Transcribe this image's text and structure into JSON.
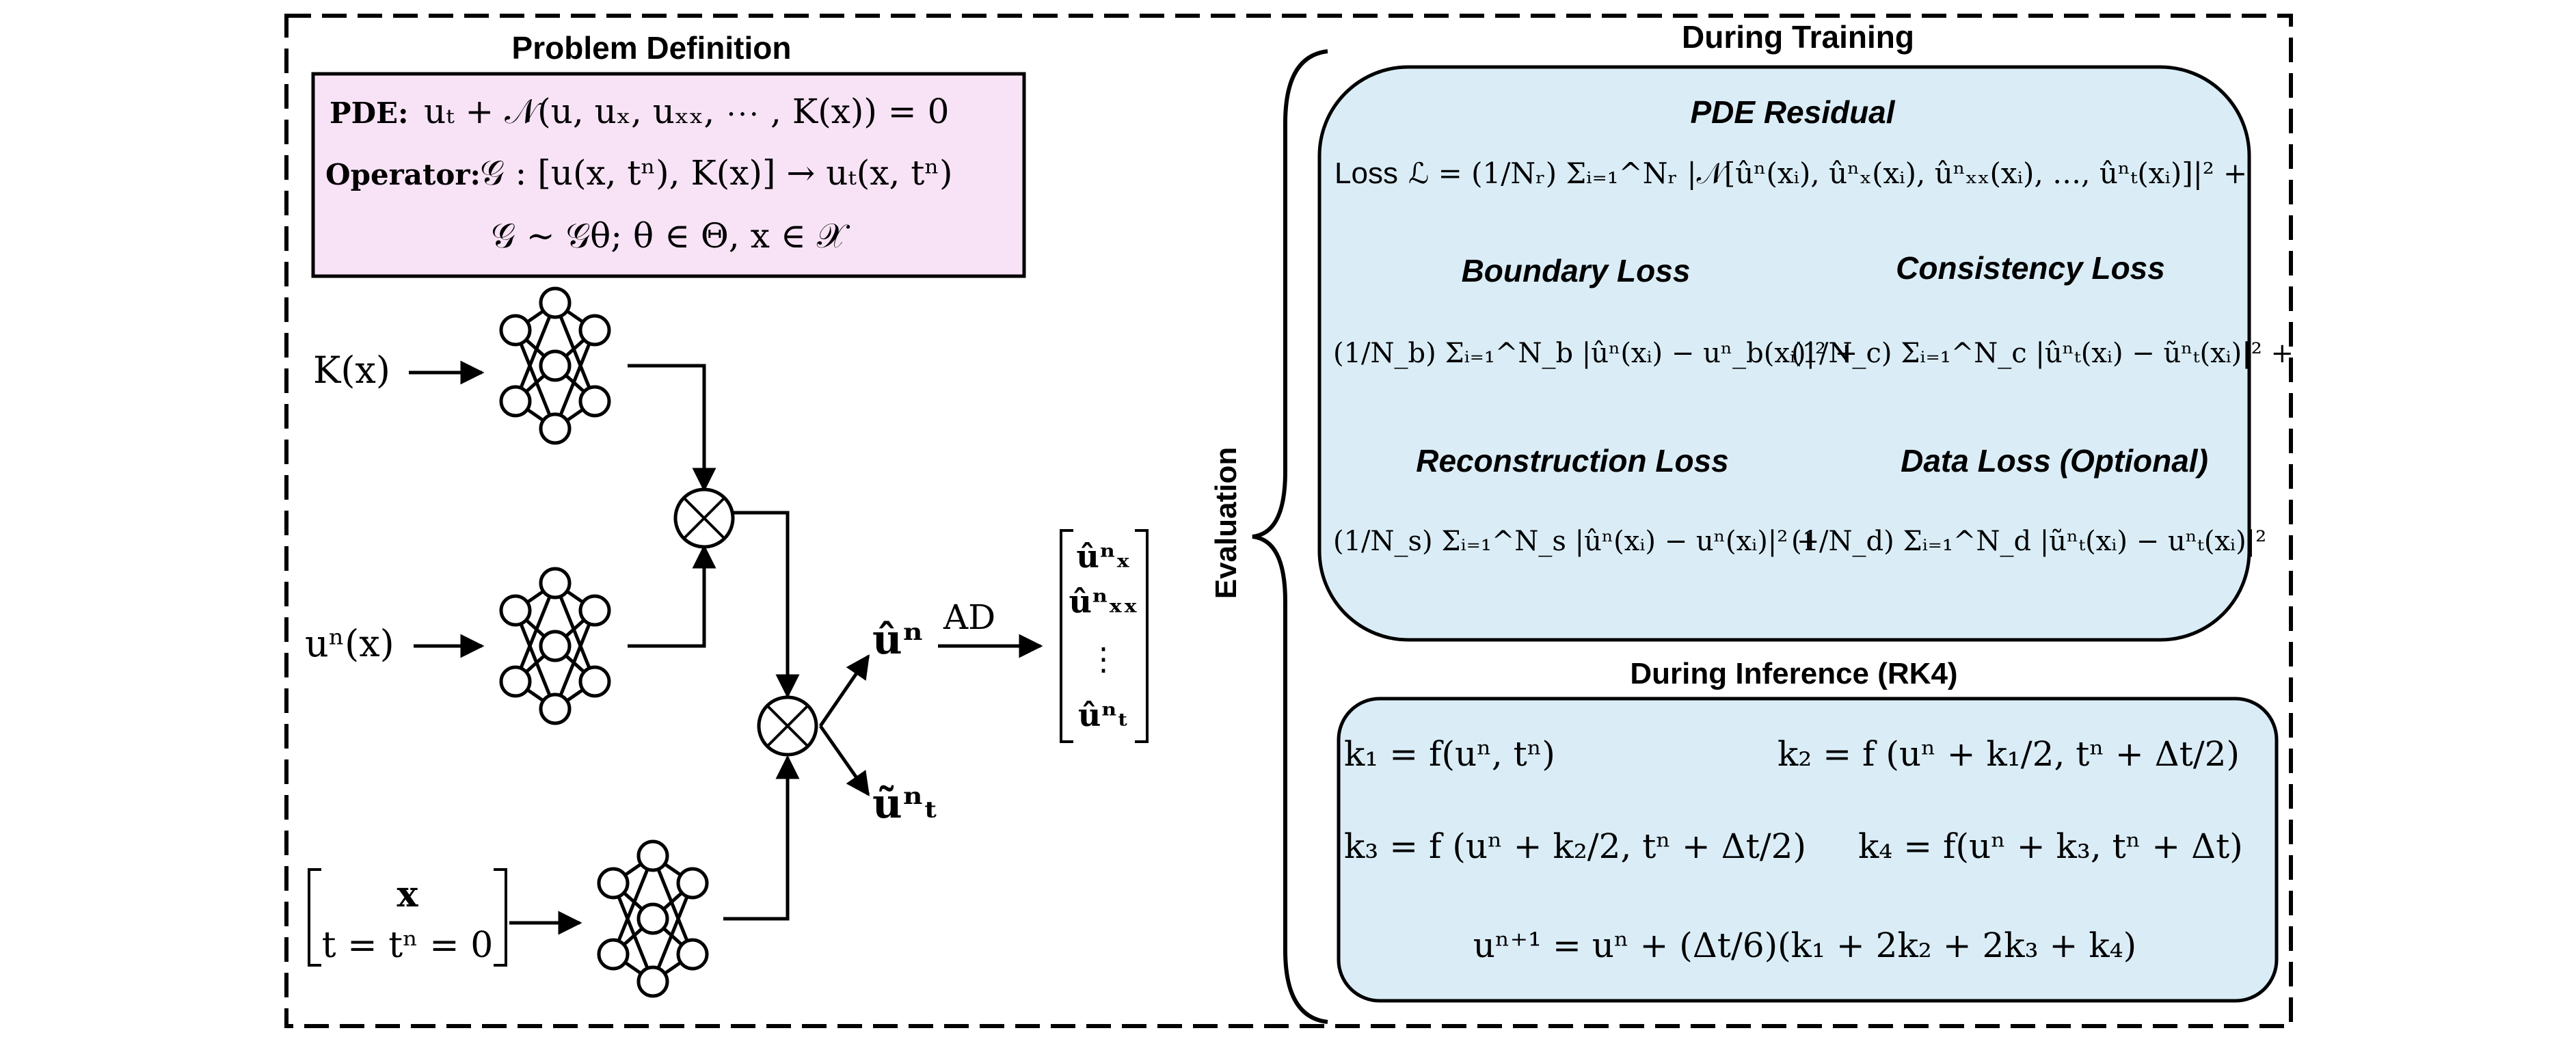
{
  "problem": {
    "title": "Problem Definition",
    "pde_label": "PDE:",
    "pde_eq": "uₜ + 𝒩(u, uₓ, uₓₓ, ⋯ , K(x)) = 0",
    "operator_label": "Operator:",
    "operator_eq": "𝒢 : [u(x, tⁿ), K(x)] → uₜ(x, tⁿ)",
    "operator_space": "𝒢 ∼ 𝒢θ; θ ∈ Θ, x ∈ 𝒳"
  },
  "network": {
    "input_k": "K(x)",
    "input_u": "uⁿ(x)",
    "input_x": "x",
    "input_t": "t = tⁿ = 0",
    "output_u": "ûⁿ",
    "output_ut": "ũⁿₜ",
    "ad_label": "AD",
    "derivs": [
      "ûⁿₓ",
      "ûⁿₓₓ",
      "⋮",
      "ûⁿₜ"
    ]
  },
  "evaluation_label": "Evaluation",
  "training": {
    "title": "During Training",
    "pde_residual": "PDE Residual",
    "loss_word": "Loss",
    "loss_eq": "ℒ = (1/Nᵣ) Σᵢ₌₁^Nᵣ |𝒩[ûⁿ(xᵢ), ûⁿₓ(xᵢ), ûⁿₓₓ(xᵢ), …, ûⁿₜ(xᵢ)]|² +",
    "boundary_loss": "Boundary Loss",
    "boundary_eq": "(1/N_b) Σᵢ₌₁^N_b |ûⁿ(xᵢ) − uⁿ_b(xᵢ)|² +",
    "consistency_loss": "Consistency Loss",
    "consistency_eq": "(1/N_c) Σᵢ₌₁^N_c |ûⁿₜ(xᵢ) − ũⁿₜ(xᵢ)|² +",
    "reconstruction_loss": "Reconstruction Loss",
    "reconstruction_eq": "(1/N_s) Σᵢ₌₁^N_s |ûⁿ(xᵢ) − uⁿ(xᵢ)|² +",
    "data_loss": "Data Loss (Optional)",
    "data_eq": "(1/N_d) Σᵢ₌₁^N_d |ũⁿₜ(xᵢ) − uⁿₜ(xᵢ)|²"
  },
  "inference": {
    "title": "During Inference (RK4)",
    "k1": "k₁ = f(uⁿ, tⁿ)",
    "k2": "k₂ = f (uⁿ + k₁/2, tⁿ + Δt/2)",
    "k3": "k₃ = f (uⁿ + k₂/2, tⁿ + Δt/2)",
    "k4": "k₄ = f(uⁿ + k₃, tⁿ + Δt)",
    "update": "uⁿ⁺¹ = uⁿ + (Δt/6)(k₁ + 2k₂ + 2k₃ + k₄)"
  },
  "colors": {
    "problem_fill": "#f8e3f6",
    "training_fill": "#daedf7",
    "stroke": "#000000"
  }
}
